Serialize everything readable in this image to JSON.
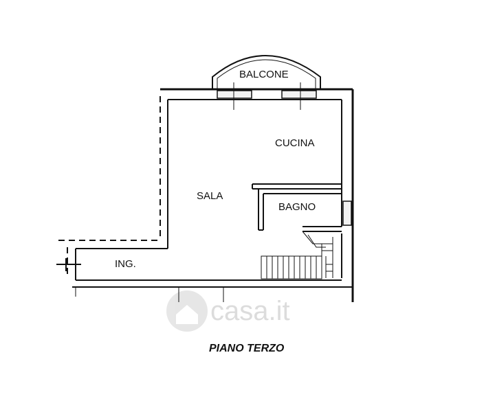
{
  "floor_plan": {
    "rooms": {
      "balcone": "BALCONE",
      "cucina": "CUCINA",
      "sala": "SALA",
      "bagno": "BAGNO",
      "ingresso": "ING."
    },
    "title": "PIANO TERZO",
    "watermark": "casa.it"
  }
}
